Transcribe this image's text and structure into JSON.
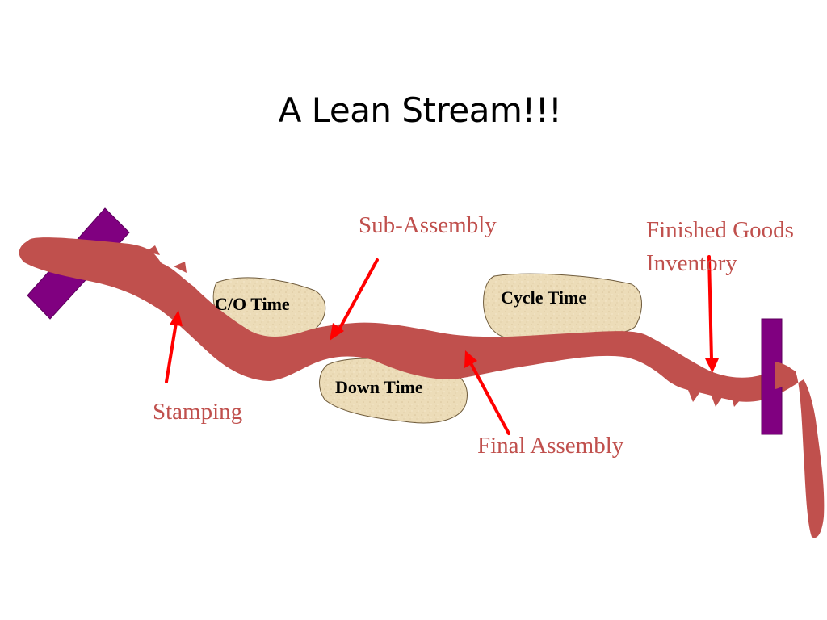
{
  "slide": {
    "title": "A Lean Stream!!!"
  },
  "labels": {
    "stamping": "Stamping",
    "sub_assembly": "Sub-Assembly",
    "final_assembly": "Final Assembly",
    "finished_goods_line1": "Finished Goods",
    "finished_goods_line2": "Inventory"
  },
  "rocks": {
    "co_time": "C/O Time",
    "down_time": "Down Time",
    "cycle_time": "Cycle Time"
  },
  "colors": {
    "stream": "#c0504d",
    "label_text": "#c0504d",
    "arrow": "#ff0000",
    "rock_fill": "#ecdcb8",
    "dam": "#800080"
  }
}
